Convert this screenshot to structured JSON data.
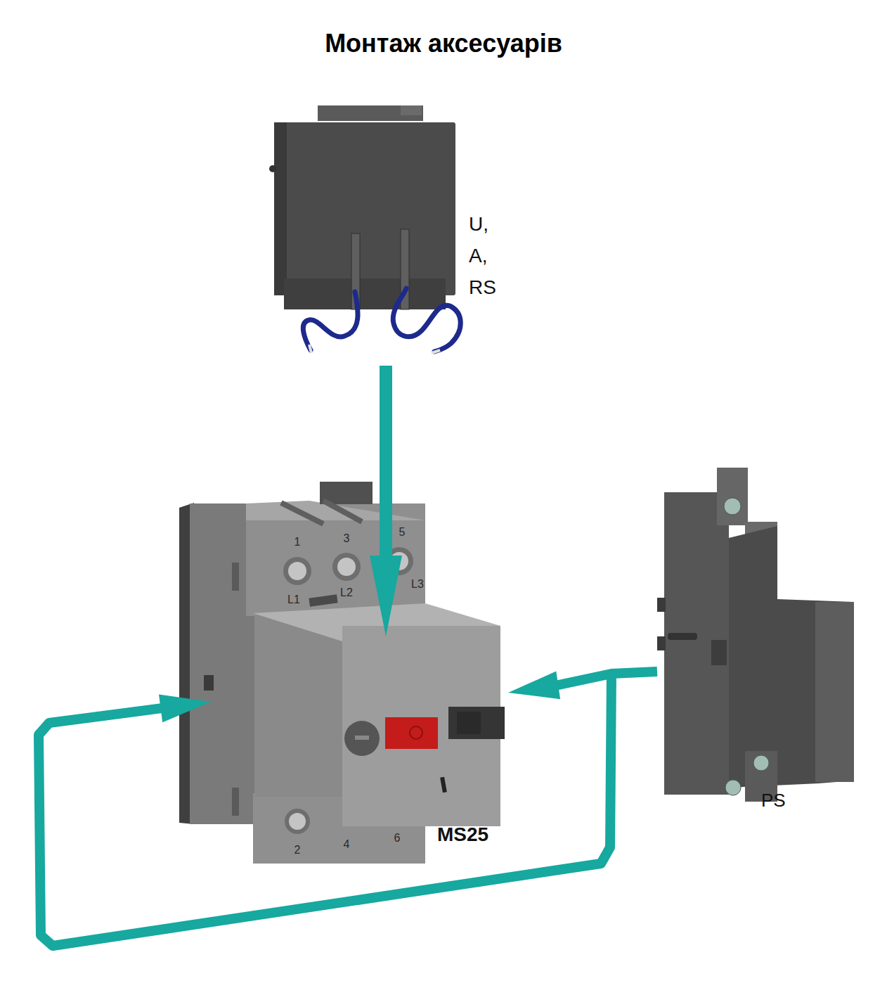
{
  "diagram": {
    "title": "Монтаж аксесуарів",
    "nodes": [
      {
        "text": [
          "U, A, RS"
        ]
      },
      {
        "text": [
          "MS25"
        ]
      },
      {
        "text": [
          "PS"
        ]
      }
    ],
    "edges": [
      {
        "from": 0,
        "to": 1,
        "arrow": "to"
      },
      {
        "from": 2,
        "to": 1,
        "arrow": "to"
      }
    ],
    "labels": [
      "1",
      "3",
      "5",
      "L1",
      "L2",
      "L3",
      "2",
      "4",
      "6"
    ]
  }
}
